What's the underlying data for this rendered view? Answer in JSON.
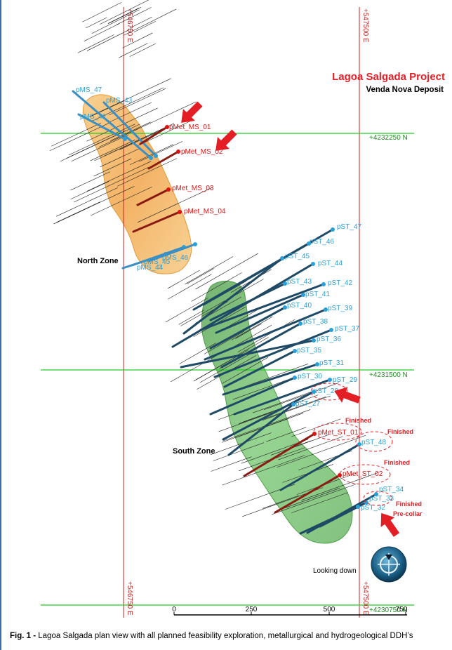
{
  "title": {
    "project": "Lagoa Salgada Project",
    "deposit": "Venda Nova Deposit"
  },
  "grid": {
    "eastings": [
      "+546750 E",
      "+547500 E"
    ],
    "northings": [
      "+4232250 N",
      "+4231500 N",
      "+4230750 N"
    ]
  },
  "zones": {
    "north": "North Zone",
    "south": "South Zone"
  },
  "compass_label": "Looking down",
  "scale_bar": {
    "ticks": [
      "0",
      "250",
      "500",
      "750"
    ]
  },
  "caption": {
    "prefix": "Fig. 1 -",
    "text": "Lagoa Salgada plan view with all planned feasibility exploration, metallurgical and hydrogeological DDH’s"
  },
  "status_labels": {
    "finished": "Finished",
    "finished_precollar": [
      "Finished",
      "Pre-collar"
    ]
  },
  "holes": {
    "north_planned": [
      "pMS_47",
      "pMS_43",
      "pMS_42",
      "pMS_44",
      "pMS_45",
      "pMS_46"
    ],
    "north_metallurgical": [
      "pMet_MS_01",
      "pMet_MS_02",
      "pMet_MS_03",
      "pMet_MS_04"
    ],
    "south_planned": [
      "pST_47",
      "pST_46",
      "pST_45",
      "pST_44",
      "pST_43",
      "pST_42",
      "pST_41",
      "pST_40",
      "pST_39",
      "pST_38",
      "pST_37",
      "pST_36",
      "pST_35",
      "pST_31",
      "pST_30",
      "pST_29",
      "pST_28",
      "pST_27",
      "pST_48",
      "pST_34",
      "pST_33",
      "pST_32"
    ],
    "south_metallurgical": [
      "pMet_ST_01",
      "pMet_ST_02"
    ]
  },
  "colors": {
    "grid_easting": "#cc2222",
    "grid_northing": "#22cc22",
    "hole_planned": "#1f4a66",
    "hole_label": "#2aa0d8",
    "met_label": "#dd1111",
    "north_body": "#f3b04e",
    "south_body": "#6fc46a",
    "title_red": "#e31e24",
    "arrow": "#e31e24"
  }
}
